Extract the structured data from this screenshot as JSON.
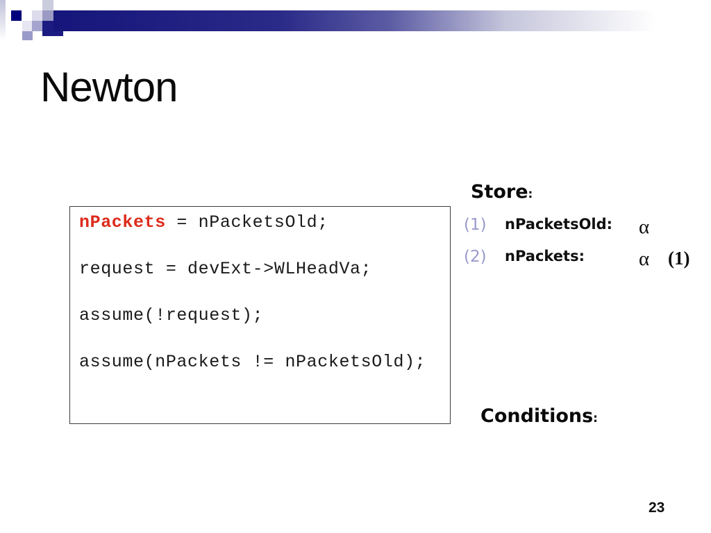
{
  "slide": {
    "title": "Newton",
    "page_number": "23"
  },
  "code_box": {
    "lines": [
      {
        "keyword": "nPackets",
        "rest": " = nPacketsOld;"
      },
      {
        "keyword": "",
        "rest": "request = devExt->WLHeadVa;"
      },
      {
        "keyword": "",
        "rest": "assume(!request);"
      },
      {
        "keyword": "",
        "rest": "assume(nPackets != nPacketsOld);"
      }
    ]
  },
  "store_panel": {
    "heading": "Store",
    "heading_colon": ":",
    "entries": [
      {
        "index": "(1)",
        "name": "nPacketsOld:",
        "value": "α",
        "extra": ""
      },
      {
        "index": "(2)",
        "name": "nPackets:",
        "value": "α",
        "extra": "(1)"
      }
    ]
  },
  "conditions_panel": {
    "heading": "Conditions",
    "heading_colon": ":"
  },
  "colors": {
    "keyword_red": "#dd2b1c",
    "index_periwinkle": "#9999cc",
    "bar_navy": "#15157b",
    "square_navy": "#00007c"
  }
}
